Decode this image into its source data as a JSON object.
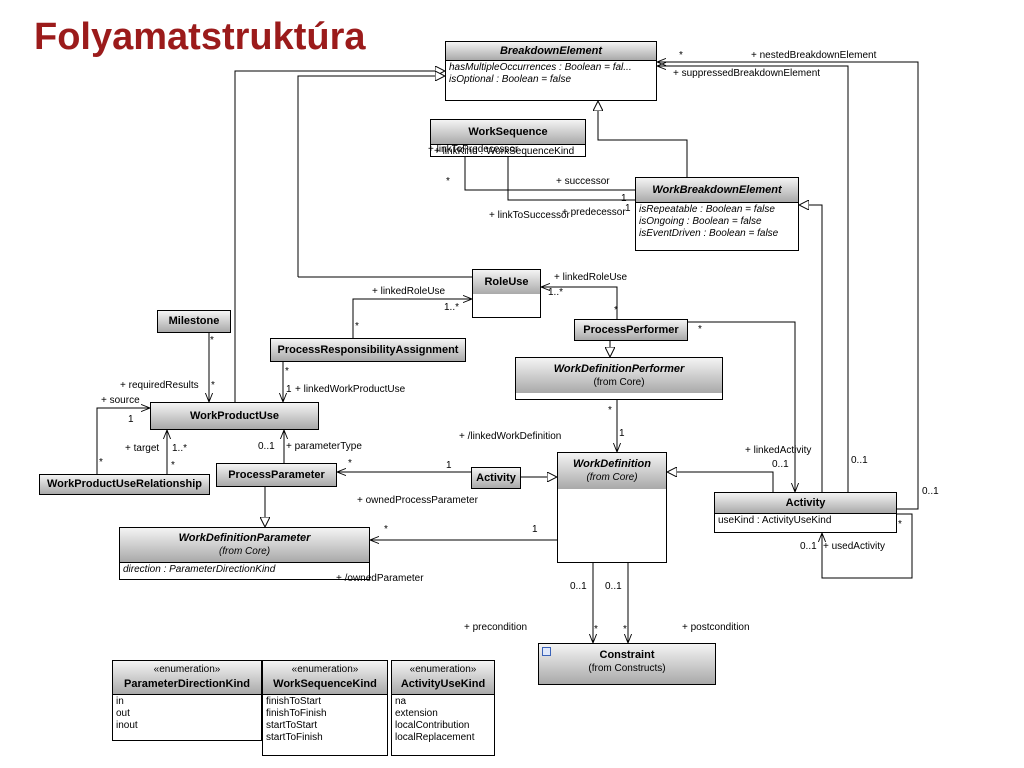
{
  "slide_title": "Folyamatstruktúra",
  "classes": {
    "breakdown_element": {
      "name": "BreakdownElement",
      "attributes": [
        "hasMultipleOccurrences : Boolean = fal...",
        "isOptional : Boolean = false"
      ]
    },
    "work_sequence": {
      "name": "WorkSequence",
      "attributes": [
        "+ linkKind : WorkSequenceKind"
      ]
    },
    "work_breakdown_element": {
      "name": "WorkBreakdownElement",
      "attributes": [
        "isRepeatable : Boolean = false",
        "isOngoing : Boolean = false",
        "isEventDriven : Boolean = false"
      ]
    },
    "role_use": {
      "name": "RoleUse"
    },
    "milestone": {
      "name": "Milestone"
    },
    "process_responsibility_assignment": {
      "name": "ProcessResponsibilityAssignment"
    },
    "process_performer": {
      "name": "ProcessPerformer"
    },
    "work_definition_performer": {
      "name": "WorkDefinitionPerformer",
      "from": "(from Core)"
    },
    "work_product_use": {
      "name": "WorkProductUse"
    },
    "work_definition": {
      "name": "WorkDefinition",
      "from": "(from Core)"
    },
    "process_parameter": {
      "name": "ProcessParameter"
    },
    "activity_small": {
      "name": "Activity"
    },
    "activity": {
      "name": "Activity",
      "attributes": [
        "useKind : ActivityUseKind"
      ]
    },
    "work_product_use_relationship": {
      "name": "WorkProductUseRelationship"
    },
    "work_definition_parameter": {
      "name": "WorkDefinitionParameter",
      "from": "(from Core)",
      "attributes": [
        "direction : ParameterDirectionKind"
      ]
    },
    "constraint": {
      "name": "Constraint",
      "from": "(from Constructs)"
    }
  },
  "enumerations": [
    {
      "stereotype": "«enumeration»",
      "name": "ParameterDirectionKind",
      "literals": [
        "in",
        "out",
        "inout"
      ]
    },
    {
      "stereotype": "«enumeration»",
      "name": "WorkSequenceKind",
      "literals": [
        "finishToStart",
        "finishToFinish",
        "startToStart",
        "startToFinish"
      ]
    },
    {
      "stereotype": "«enumeration»",
      "name": "ActivityUseKind",
      "literals": [
        "na",
        "extension",
        "localContribution",
        "localReplacement"
      ]
    }
  ],
  "labels": {
    "nested_star": "*",
    "nested_breakdown": "+ nestedBreakdownElement",
    "suppressed_breakdown": "+ suppressedBreakdownElement",
    "link_to_predecessor": "+ linkToPredecessor",
    "successor_star": "*",
    "successor": "+ successor",
    "successor_one": "1",
    "predecessor_one": "1",
    "link_to_successor": "+ linkToSuccessor",
    "predecessor": "+ predecessor",
    "linked_role_use_top": "+ linkedRoleUse",
    "one_star_a": "1..*",
    "linked_role_use_left": "+ linkedRoleUse",
    "one_star_b": "1..*",
    "pra_star": "*",
    "pp_star": "*",
    "pp_star2": "*",
    "milestone_star": "*",
    "pra_star2": "*",
    "pra_one": "1",
    "linked_wpu": "+ linkedWorkProductUse",
    "required_results": "+ requiredResults",
    "req_star": "*",
    "source": "+ source",
    "wpu_one": "1",
    "target": "+ target",
    "target_mult": "1..*",
    "wpur_star": "*",
    "wpur_star2": "*",
    "param_zero_one": "0..1",
    "parameter_type": "+ parameterType",
    "wdp_star": "*",
    "wd_one": "1",
    "linked_work_def": "+ /linkedWorkDefinition",
    "pp_param_star": "*",
    "act_one": "1",
    "owned_process_param": "+ ownedProcessParameter",
    "linked_activity": "+ linkedActivity",
    "la_zero_one": "0..1",
    "nested_zero_one": "0..1",
    "act_zero_one": "0..1",
    "wdparam_star": "*",
    "wd_param_one": "1",
    "owned_parameter": "+ /ownedParameter",
    "used_zero_one": "0..1",
    "used_activity": "+ usedActivity",
    "act_star": "*",
    "pre_zero_one": "0..1",
    "post_zero_one": "0..1",
    "precondition": "+ precondition",
    "postcondition": "+ postcondition",
    "pre_star": "*",
    "post_star": "*"
  }
}
